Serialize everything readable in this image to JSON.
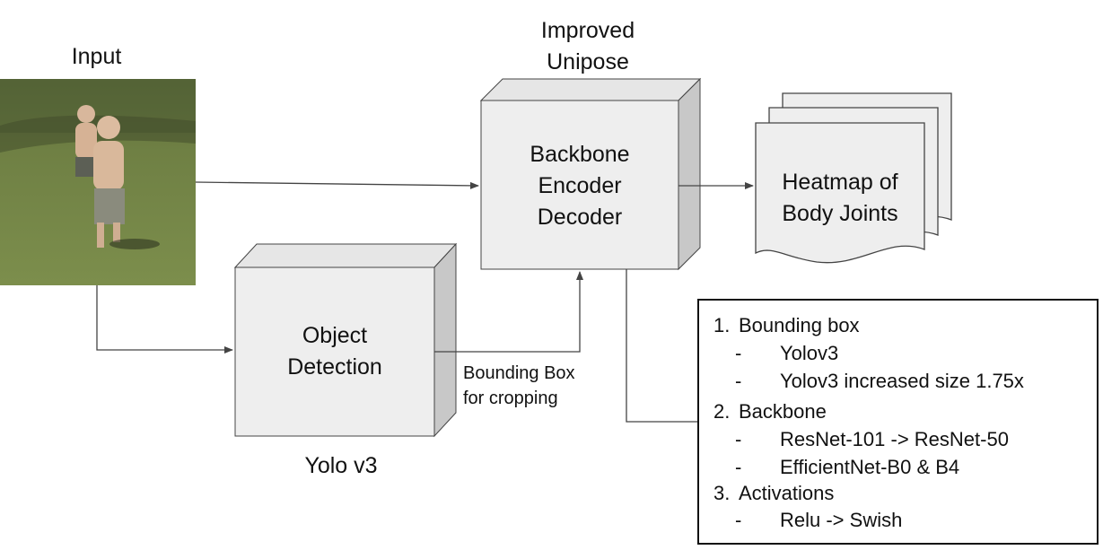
{
  "input": {
    "label": "Input"
  },
  "unipose": {
    "title_line1": "Improved",
    "title_line2": "Unipose",
    "box_line1": "Backbone",
    "box_line2": "Encoder",
    "box_line3": "Decoder"
  },
  "detection": {
    "box_line1": "Object",
    "box_line2": "Detection",
    "caption": "Yolo v3"
  },
  "bbox_label": {
    "line1": "Bounding Box",
    "line2": "for cropping"
  },
  "heatmap": {
    "line1": "Heatmap of",
    "line2": "Body Joints"
  },
  "notes": [
    {
      "marker": "1.",
      "text": "Bounding box",
      "level": 0
    },
    {
      "marker": "-",
      "text": "Yolov3",
      "level": 1
    },
    {
      "marker": "-",
      "text": "Yolov3 increased size 1.75x",
      "level": 1
    },
    {
      "marker": "2.",
      "text": "Backbone",
      "level": 0
    },
    {
      "marker": "-",
      "text": "ResNet-101 -> ResNet-50",
      "level": 1
    },
    {
      "marker": "-",
      "text": "EfficientNet-B0 & B4",
      "level": 1
    },
    {
      "marker": "3.",
      "text": "Activations",
      "level": 0
    },
    {
      "marker": "-",
      "text": "Relu -> Swish",
      "level": 1
    }
  ],
  "colors": {
    "box_front": "#eeeeee",
    "box_top": "#e4e4e4",
    "box_side": "#c9c9c9",
    "stroke": "#444444"
  }
}
